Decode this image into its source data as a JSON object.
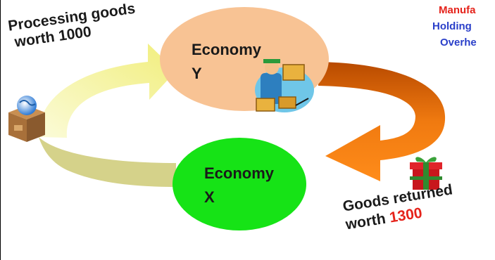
{
  "economy_y": {
    "line1": "Economy",
    "line2": "Y"
  },
  "economy_x": {
    "line1": "Economy",
    "line2": "X"
  },
  "processing_label": {
    "line1": "Processing goods",
    "line2": "worth 1000"
  },
  "return_label": {
    "line1": "Goods returned",
    "line2_prefix": "worth ",
    "line2_value": "1300"
  },
  "side_text": [
    "Manufa",
    "Holding",
    "Overhe"
  ],
  "colors": {
    "economy_y_fill": "#f8c394",
    "economy_x_fill": "#16e316",
    "arrow_to_y": "#f6f5a0",
    "arrow_from_x": "#d5d28a",
    "arrow_from_y": "#ee5a0c",
    "side_red": "#e5231b",
    "side_blue": "#2a3fc9",
    "value_red": "#e5231b"
  },
  "icons": [
    "globe-in-box-icon",
    "gift-box-icon",
    "worker-carrying-boxes-icon"
  ]
}
